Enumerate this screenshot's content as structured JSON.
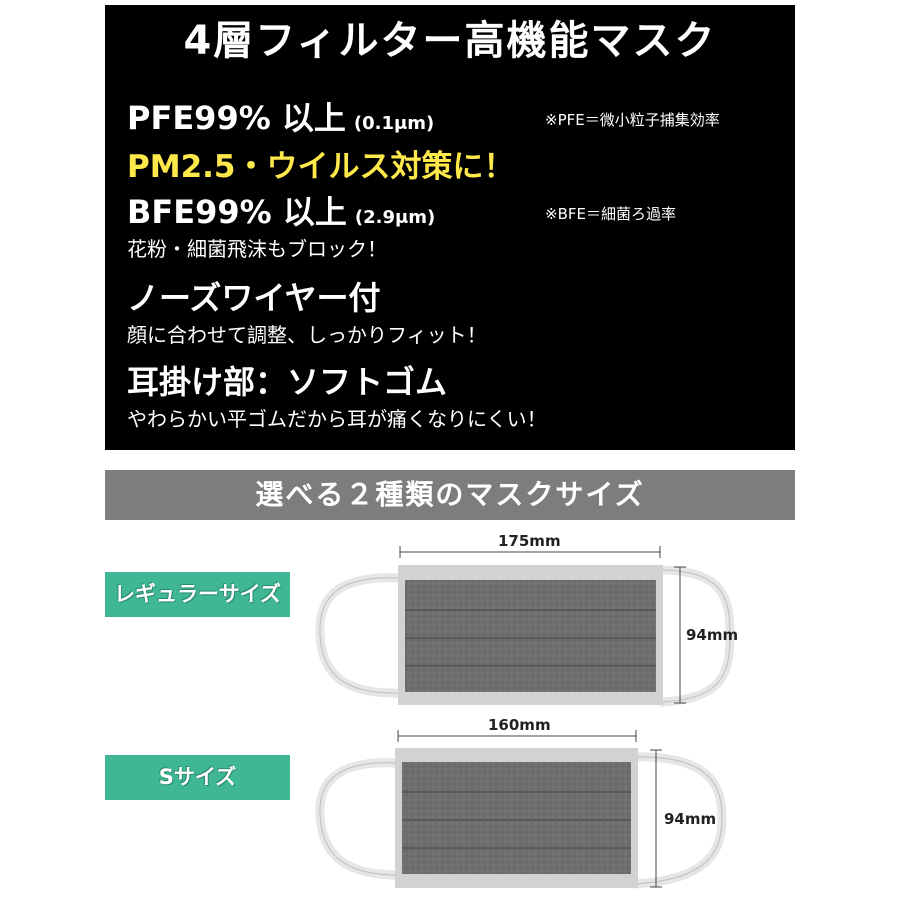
{
  "headline": "4層フィルター高機能マスク",
  "specs": {
    "pfe_main": "PFE99% 以上",
    "pfe_unit": "(0.1μm)",
    "pfe_note": "※PFE＝微小粒子捕集効率",
    "pm_line": "PM2.5・ウイルス対策に！",
    "bfe_main": "BFE99% 以上",
    "bfe_unit": "(2.9μm)",
    "bfe_note": "※BFE＝細菌ろ過率",
    "block_text": "花粉・細菌飛沫もブロック！"
  },
  "features": {
    "nose_title": "ノーズワイヤー付",
    "nose_text": "顔に合わせて調整、しっかりフィット！",
    "ear_title": "耳掛け部：ソフトゴム",
    "ear_text": "やわらかい平ゴムだから耳が痛くなりにくい！"
  },
  "sizes_section": {
    "title": "選べる２種類のマスクサイズ",
    "regular": {
      "label": "レギュラーサイズ",
      "width": "175mm",
      "height": "94mm"
    },
    "small": {
      "label": "Sサイズ",
      "width": "160mm",
      "height": "94mm"
    }
  },
  "colors": {
    "panel": "#000000",
    "accent_yellow": "#ffe84a",
    "section_bar": "#7d7d7d",
    "badge_green": "#3fb794",
    "mask_gray": "#6f6f6f"
  }
}
